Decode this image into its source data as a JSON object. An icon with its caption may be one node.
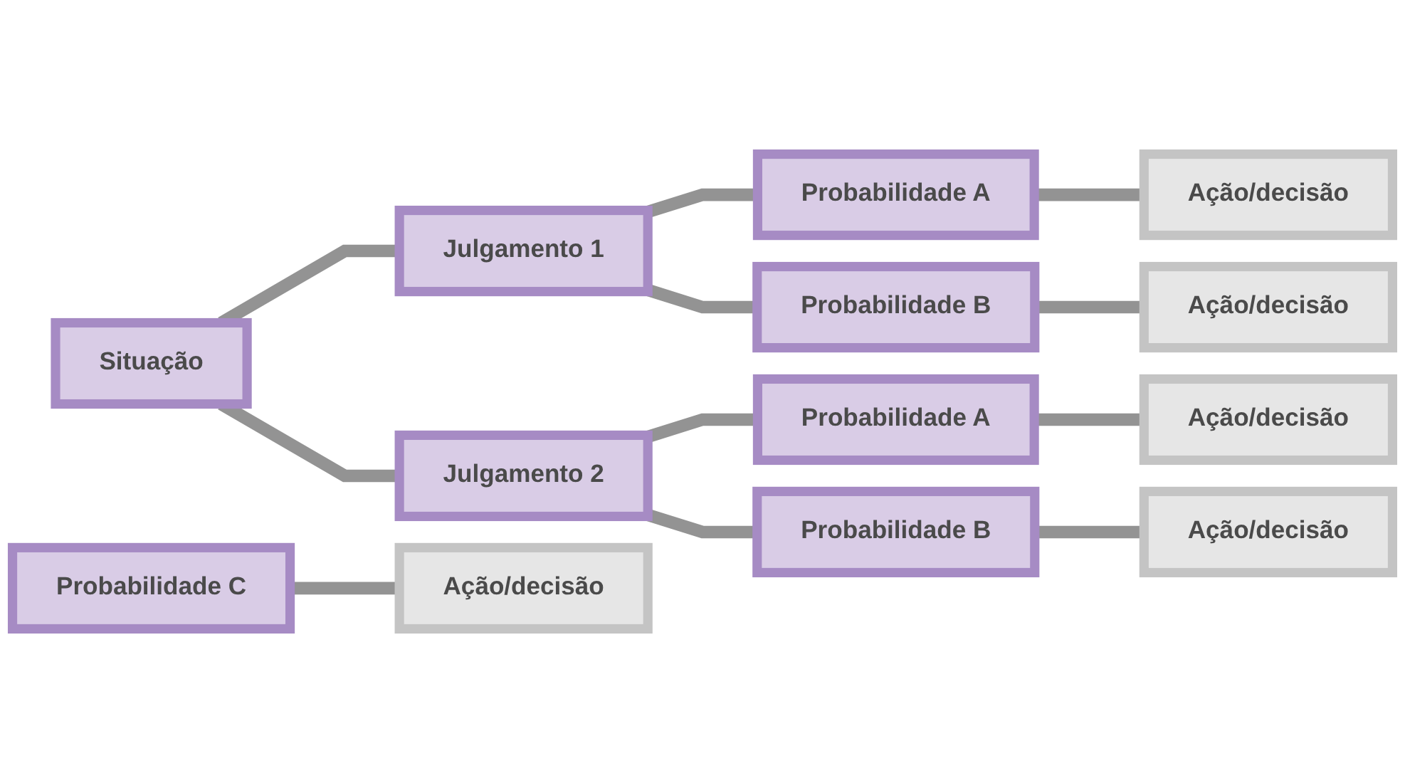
{
  "diagram": {
    "nodes": [
      {
        "text": [
          "Situação"
        ]
      },
      {
        "text": [
          "Julgamento 1"
        ]
      },
      {
        "text": [
          "Probabilidade A"
        ]
      },
      {
        "text": [
          "Ação/decisão"
        ]
      },
      {
        "text": [
          "Probabilidade B"
        ]
      },
      {
        "text": [
          "Ação/decisão"
        ]
      },
      {
        "text": [
          "Probabilidade C"
        ]
      },
      {
        "text": [
          "Ação/decisão"
        ]
      },
      {
        "text": [
          "Julgamento 2"
        ]
      },
      {
        "text": [
          "Probabilidade A"
        ]
      },
      {
        "text": [
          "Ação/decisão"
        ]
      },
      {
        "text": [
          "Probabilidade B"
        ]
      },
      {
        "text": [
          "Ação/decisão"
        ]
      }
    ],
    "edges": [
      {
        "from": 0,
        "to": 1,
        "arrow": "none"
      },
      {
        "from": 0,
        "to": 8,
        "arrow": "none"
      },
      {
        "from": 1,
        "to": 2,
        "arrow": "none"
      },
      {
        "from": 1,
        "to": 4,
        "arrow": "none"
      },
      {
        "from": 2,
        "to": 3,
        "arrow": "none"
      },
      {
        "from": 4,
        "to": 5,
        "arrow": "none"
      },
      {
        "from": 6,
        "to": 7,
        "arrow": "none"
      },
      {
        "from": 8,
        "to": 9,
        "arrow": "none"
      },
      {
        "from": 8,
        "to": 11,
        "arrow": "none"
      },
      {
        "from": 9,
        "to": 10,
        "arrow": "none"
      },
      {
        "from": 11,
        "to": 12,
        "arrow": "none"
      }
    ]
  }
}
